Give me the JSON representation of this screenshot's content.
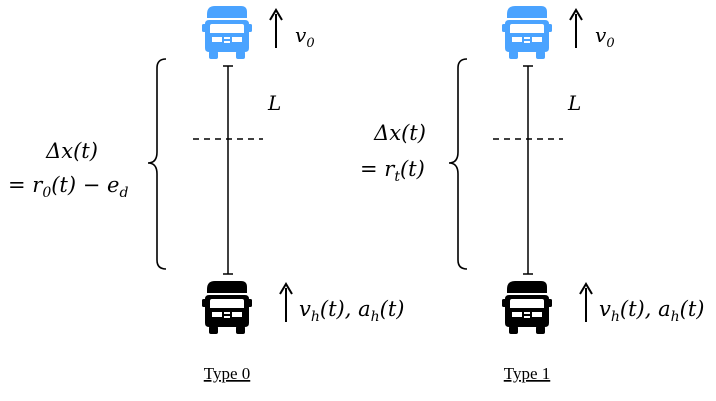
{
  "colors": {
    "lead_truck": "#4aa3ff",
    "follow_truck": "#000000",
    "lines": "#000000"
  },
  "icons": {
    "lead_vehicle": "truck-front-icon",
    "follower_vehicle": "truck-front-icon",
    "direction": "up-arrow-icon"
  },
  "panels": [
    {
      "type_label": "Type 0",
      "lead_velocity": "v",
      "lead_velocity_sub": "0",
      "length_label": "L",
      "gap_line1": "Δx(t)",
      "gap_line2_prefix": "= r",
      "gap_line2_sub": "0",
      "gap_line2_mid": "(t) − e",
      "gap_line2_sub2": "d",
      "follower_label_a": "v",
      "follower_label_a_sub": "h",
      "follower_label_b": "(t), a",
      "follower_label_b_sub": "h",
      "follower_label_c": "(t)"
    },
    {
      "type_label": "Type 1",
      "lead_velocity": "v",
      "lead_velocity_sub": "0",
      "length_label": "L",
      "gap_line1": "Δx(t)",
      "gap_line2_prefix": "= r",
      "gap_line2_sub": "t",
      "gap_line2_mid": "(t)",
      "gap_line2_sub2": "",
      "follower_label_a": "v",
      "follower_label_a_sub": "h",
      "follower_label_b": "(t), a",
      "follower_label_b_sub": "h",
      "follower_label_c": "(t)"
    }
  ]
}
